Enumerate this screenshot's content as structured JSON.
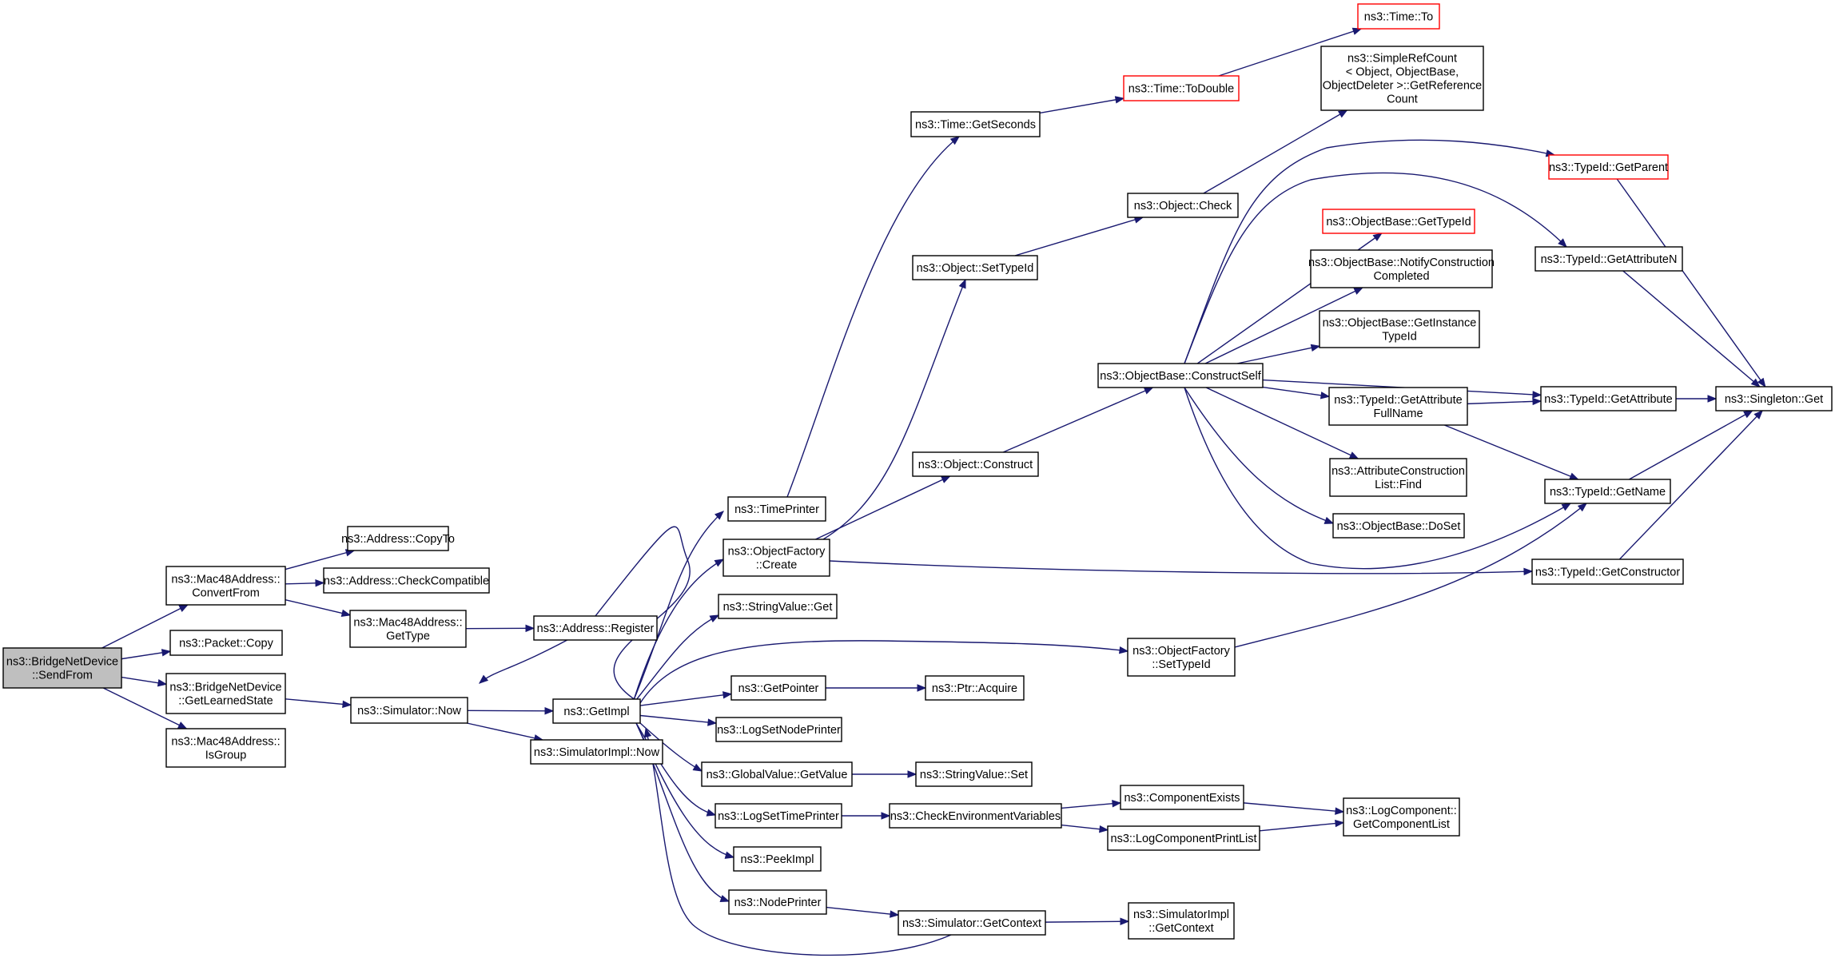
{
  "colors": {
    "edge": "#191970",
    "normal_border": "#000000",
    "truncated_border": "#ff0000",
    "root_fill": "#bfbfbf"
  },
  "nodes": [
    {
      "id": "root",
      "lines": [
        "ns3::BridgeNetDevice",
        "::SendFrom"
      ],
      "style": "root"
    },
    {
      "id": "mac48_convertfrom",
      "lines": [
        "ns3::Mac48Address::",
        "ConvertFrom"
      ],
      "style": "normal"
    },
    {
      "id": "packet_copy",
      "lines": [
        "ns3::Packet::Copy"
      ],
      "style": "normal"
    },
    {
      "id": "bridge_getlearnedstate",
      "lines": [
        "ns3::BridgeNetDevice",
        "::GetLearnedState"
      ],
      "style": "normal"
    },
    {
      "id": "mac48_isgroup",
      "lines": [
        "ns3::Mac48Address::",
        "IsGroup"
      ],
      "style": "normal"
    },
    {
      "id": "address_copyto",
      "lines": [
        "ns3::Address::CopyTo"
      ],
      "style": "normal"
    },
    {
      "id": "address_checkcompatible",
      "lines": [
        "ns3::Address::CheckCompatible"
      ],
      "style": "normal"
    },
    {
      "id": "mac48_gettype",
      "lines": [
        "ns3::Mac48Address::",
        "GetType"
      ],
      "style": "normal"
    },
    {
      "id": "address_register",
      "lines": [
        "ns3::Address::Register"
      ],
      "style": "normal"
    },
    {
      "id": "simulator_now",
      "lines": [
        "ns3::Simulator::Now"
      ],
      "style": "normal"
    },
    {
      "id": "getimpl",
      "lines": [
        "ns3::GetImpl"
      ],
      "style": "normal"
    },
    {
      "id": "simulatorimpl_now",
      "lines": [
        "ns3::SimulatorImpl::Now"
      ],
      "style": "normal"
    },
    {
      "id": "timeprinter",
      "lines": [
        "ns3::TimePrinter"
      ],
      "style": "normal"
    },
    {
      "id": "objectfactory_create",
      "lines": [
        "ns3::ObjectFactory",
        "::Create"
      ],
      "style": "normal"
    },
    {
      "id": "stringvalue_get",
      "lines": [
        "ns3::StringValue::Get"
      ],
      "style": "normal"
    },
    {
      "id": "getpointer",
      "lines": [
        "ns3::GetPointer"
      ],
      "style": "normal"
    },
    {
      "id": "logsetnodeprinter",
      "lines": [
        "ns3::LogSetNodePrinter"
      ],
      "style": "normal"
    },
    {
      "id": "globalvalue_getvalue",
      "lines": [
        "ns3::GlobalValue::GetValue"
      ],
      "style": "normal"
    },
    {
      "id": "logsettimeprinter",
      "lines": [
        "ns3::LogSetTimePrinter"
      ],
      "style": "normal"
    },
    {
      "id": "peekimpl",
      "lines": [
        "ns3::PeekImpl"
      ],
      "style": "normal"
    },
    {
      "id": "nodeprinter",
      "lines": [
        "ns3::NodePrinter"
      ],
      "style": "normal"
    },
    {
      "id": "time_getseconds",
      "lines": [
        "ns3::Time::GetSeconds"
      ],
      "style": "normal"
    },
    {
      "id": "object_settypeid",
      "lines": [
        "ns3::Object::SetTypeId"
      ],
      "style": "normal"
    },
    {
      "id": "object_construct",
      "lines": [
        "ns3::Object::Construct"
      ],
      "style": "normal"
    },
    {
      "id": "objectfactory_settypeid",
      "lines": [
        "ns3::ObjectFactory",
        "::SetTypeId"
      ],
      "style": "normal"
    },
    {
      "id": "ptr_acquire",
      "lines": [
        "ns3::Ptr::Acquire"
      ],
      "style": "normal"
    },
    {
      "id": "stringvalue_set",
      "lines": [
        "ns3::StringValue::Set"
      ],
      "style": "normal"
    },
    {
      "id": "checkenv",
      "lines": [
        "ns3::CheckEnvironmentVariables"
      ],
      "style": "normal"
    },
    {
      "id": "simulator_getcontext",
      "lines": [
        "ns3::Simulator::GetContext"
      ],
      "style": "normal"
    },
    {
      "id": "time_todouble",
      "lines": [
        "ns3::Time::ToDouble"
      ],
      "style": "red"
    },
    {
      "id": "time_to",
      "lines": [
        "ns3::Time::To"
      ],
      "style": "red"
    },
    {
      "id": "object_check",
      "lines": [
        "ns3::Object::Check"
      ],
      "style": "normal"
    },
    {
      "id": "simplerefcount",
      "lines": [
        "ns3::SimpleRefCount",
        "< Object, ObjectBase,",
        "ObjectDeleter >::GetReference",
        "Count"
      ],
      "style": "normal"
    },
    {
      "id": "objectbase_constructself",
      "lines": [
        "ns3::ObjectBase::ConstructSelf"
      ],
      "style": "normal"
    },
    {
      "id": "componentexists",
      "lines": [
        "ns3::ComponentExists"
      ],
      "style": "normal"
    },
    {
      "id": "logcomponentprintlist",
      "lines": [
        "ns3::LogComponentPrintList"
      ],
      "style": "normal"
    },
    {
      "id": "simulatorimpl_getcontext",
      "lines": [
        "ns3::SimulatorImpl",
        "::GetContext"
      ],
      "style": "normal"
    },
    {
      "id": "objectbase_gettypeid",
      "lines": [
        "ns3::ObjectBase::GetTypeId"
      ],
      "style": "red"
    },
    {
      "id": "objectbase_notify",
      "lines": [
        "ns3::ObjectBase::NotifyConstruction",
        "Completed"
      ],
      "style": "normal"
    },
    {
      "id": "objectbase_getinstance",
      "lines": [
        "ns3::ObjectBase::GetInstance",
        "TypeId"
      ],
      "style": "normal"
    },
    {
      "id": "typeid_getattributefullname",
      "lines": [
        "ns3::TypeId::GetAttribute",
        "FullName"
      ],
      "style": "normal"
    },
    {
      "id": "attributeconstructionlist_find",
      "lines": [
        "ns3::AttributeConstruction",
        "List::Find"
      ],
      "style": "normal"
    },
    {
      "id": "objectbase_doset",
      "lines": [
        "ns3::ObjectBase::DoSet"
      ],
      "style": "normal"
    },
    {
      "id": "logcomponent_getcomponentlist",
      "lines": [
        "ns3::LogComponent::",
        "GetComponentList"
      ],
      "style": "normal"
    },
    {
      "id": "typeid_getparent",
      "lines": [
        "ns3::TypeId::GetParent"
      ],
      "style": "red"
    },
    {
      "id": "typeid_getattributen",
      "lines": [
        "ns3::TypeId::GetAttributeN"
      ],
      "style": "normal"
    },
    {
      "id": "typeid_getattribute",
      "lines": [
        "ns3::TypeId::GetAttribute"
      ],
      "style": "normal"
    },
    {
      "id": "typeid_getname",
      "lines": [
        "ns3::TypeId::GetName"
      ],
      "style": "normal"
    },
    {
      "id": "typeid_getconstructor",
      "lines": [
        "ns3::TypeId::GetConstructor"
      ],
      "style": "normal"
    },
    {
      "id": "singleton_get",
      "lines": [
        "ns3::Singleton::Get"
      ],
      "style": "normal"
    }
  ],
  "edges": [
    [
      "root",
      "mac48_convertfrom"
    ],
    [
      "root",
      "packet_copy"
    ],
    [
      "root",
      "bridge_getlearnedstate"
    ],
    [
      "root",
      "mac48_isgroup"
    ],
    [
      "mac48_convertfrom",
      "address_copyto"
    ],
    [
      "mac48_convertfrom",
      "address_checkcompatible"
    ],
    [
      "mac48_convertfrom",
      "mac48_gettype"
    ],
    [
      "mac48_gettype",
      "address_register"
    ],
    [
      "bridge_getlearnedstate",
      "simulator_now"
    ],
    [
      "simulator_now",
      "getimpl"
    ],
    [
      "simulator_now",
      "simulatorimpl_now"
    ],
    [
      "getimpl",
      "simulator_now"
    ],
    [
      "getimpl",
      "timeprinter"
    ],
    [
      "getimpl",
      "objectfactory_create"
    ],
    [
      "getimpl",
      "stringvalue_get"
    ],
    [
      "getimpl",
      "objectfactory_settypeid"
    ],
    [
      "getimpl",
      "getpointer"
    ],
    [
      "getimpl",
      "logsetnodeprinter"
    ],
    [
      "getimpl",
      "globalvalue_getvalue"
    ],
    [
      "getimpl",
      "logsettimeprinter"
    ],
    [
      "getimpl",
      "peekimpl"
    ],
    [
      "getimpl",
      "nodeprinter"
    ],
    [
      "timeprinter",
      "time_getseconds"
    ],
    [
      "time_getseconds",
      "time_todouble"
    ],
    [
      "time_todouble",
      "time_to"
    ],
    [
      "objectfactory_create",
      "object_settypeid"
    ],
    [
      "objectfactory_create",
      "object_construct"
    ],
    [
      "objectfactory_create",
      "typeid_getconstructor"
    ],
    [
      "object_settypeid",
      "object_check"
    ],
    [
      "object_check",
      "simplerefcount"
    ],
    [
      "object_construct",
      "objectbase_constructself"
    ],
    [
      "objectbase_constructself",
      "typeid_getparent"
    ],
    [
      "objectbase_constructself",
      "typeid_getattributen"
    ],
    [
      "objectbase_constructself",
      "objectbase_gettypeid"
    ],
    [
      "objectbase_constructself",
      "objectbase_notify"
    ],
    [
      "objectbase_constructself",
      "objectbase_getinstance"
    ],
    [
      "objectbase_constructself",
      "typeid_getattribute"
    ],
    [
      "objectbase_constructself",
      "typeid_getattributefullname"
    ],
    [
      "objectbase_constructself",
      "attributeconstructionlist_find"
    ],
    [
      "objectbase_constructself",
      "objectbase_doset"
    ],
    [
      "objectbase_constructself",
      "typeid_getname"
    ],
    [
      "typeid_getattributefullname",
      "typeid_getattribute"
    ],
    [
      "typeid_getattributefullname",
      "typeid_getname"
    ],
    [
      "typeid_getparent",
      "singleton_get"
    ],
    [
      "typeid_getattributen",
      "singleton_get"
    ],
    [
      "typeid_getattribute",
      "singleton_get"
    ],
    [
      "typeid_getname",
      "singleton_get"
    ],
    [
      "typeid_getconstructor",
      "singleton_get"
    ],
    [
      "objectfactory_settypeid",
      "typeid_getname"
    ],
    [
      "getpointer",
      "ptr_acquire"
    ],
    [
      "globalvalue_getvalue",
      "stringvalue_set"
    ],
    [
      "logsettimeprinter",
      "checkenv"
    ],
    [
      "checkenv",
      "componentexists"
    ],
    [
      "checkenv",
      "logcomponentprintlist"
    ],
    [
      "componentexists",
      "logcomponent_getcomponentlist"
    ],
    [
      "logcomponentprintlist",
      "logcomponent_getcomponentlist"
    ],
    [
      "nodeprinter",
      "simulator_getcontext"
    ],
    [
      "simulator_getcontext",
      "simulatorimpl_getcontext"
    ],
    [
      "simulator_getcontext",
      "getimpl"
    ]
  ]
}
